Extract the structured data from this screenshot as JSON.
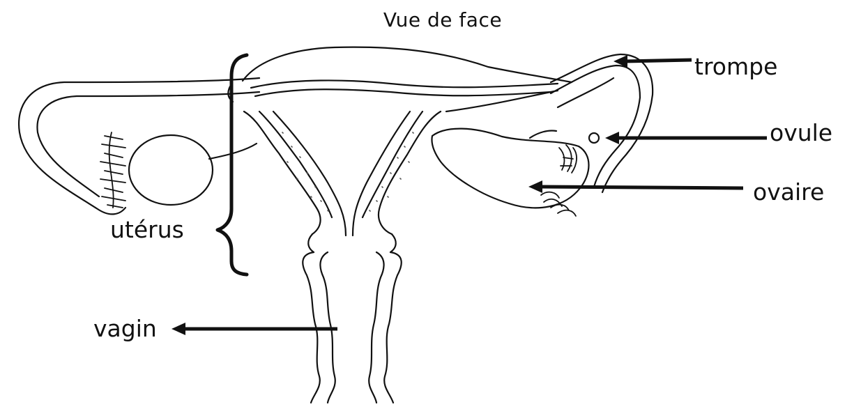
{
  "title": "Vue de face",
  "labels": {
    "trompe": "trompe",
    "ovule": "ovule",
    "ovaire": "ovaire",
    "uterus": "utérus",
    "vagin": "vagin"
  },
  "colors": {
    "ink": "#111111",
    "background": "#ffffff",
    "stipple": "#555555"
  }
}
